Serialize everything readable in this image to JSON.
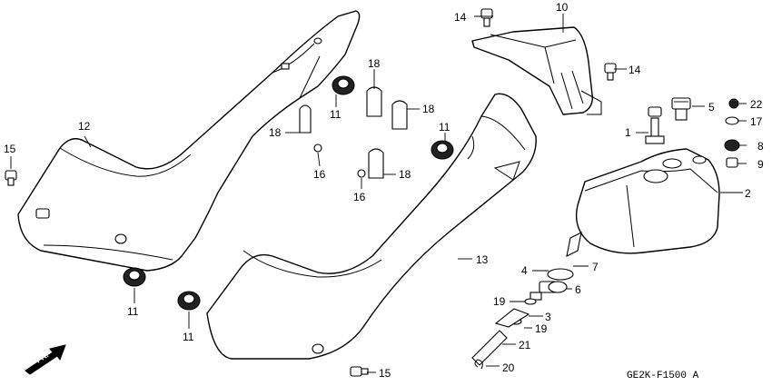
{
  "diagram_code": "GE2K-F1500 A",
  "direction_label": "FR.",
  "callouts": {
    "c1": "1",
    "c2": "2",
    "c3": "3",
    "c4": "4",
    "c5": "5",
    "c6": "6",
    "c7": "7",
    "c8": "8",
    "c9": "9",
    "c10": "10",
    "c11a": "11",
    "c11b": "11",
    "c11c": "11",
    "c11d": "11",
    "c12": "12",
    "c13": "13",
    "c14a": "14",
    "c14b": "14",
    "c15a": "15",
    "c15b": "15",
    "c16a": "16",
    "c16b": "16",
    "c17": "17",
    "c18a": "18",
    "c18b": "18",
    "c18c": "18",
    "c18d": "18",
    "c19a": "19",
    "c19b": "19",
    "c20": "20",
    "c21": "21",
    "c22": "22"
  }
}
